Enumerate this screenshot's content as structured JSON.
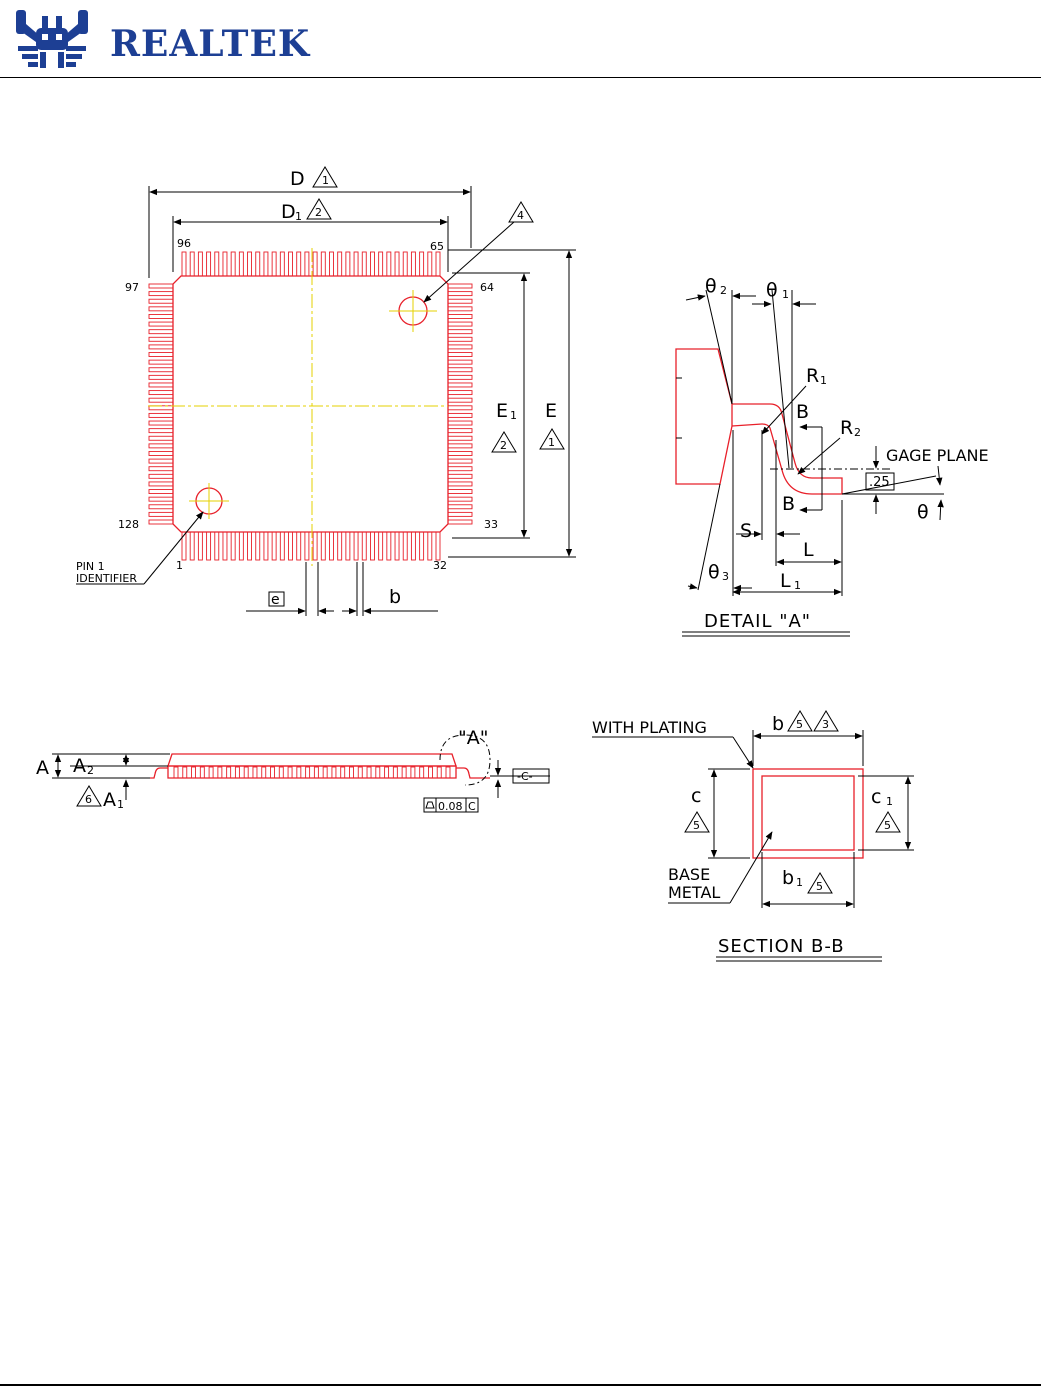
{
  "header": {
    "brand_name": "REALTEK",
    "logo_icon": "realtek-crab-logo-icon",
    "brand_color": "#1d3f94"
  },
  "colors": {
    "outline": "#e8202a",
    "centerline": "#e6d200",
    "dimension": "#000000"
  },
  "top_view": {
    "dim_D": "D",
    "note_D": "1",
    "dim_D1": "D",
    "dim_D1_sub": "1",
    "note_D1": "2",
    "note_4": "4",
    "pin_96": "96",
    "pin_65": "65",
    "pin_97": "97",
    "pin_64": "64",
    "pin_128": "128",
    "pin_33": "33",
    "pin_1": "1",
    "pin_32": "32",
    "dim_E1": "E",
    "dim_E1_sub": "1",
    "note_E1": "2",
    "dim_E": "E",
    "note_E": "1",
    "pin1_line1": "PIN  1",
    "pin1_line2": "IDENTIFIER",
    "dim_e": "e",
    "dim_b": "b"
  },
  "detail_a": {
    "theta2": "θ",
    "theta2_sub": "2",
    "theta1": "θ",
    "theta1_sub": "1",
    "r1": "R",
    "r1_sub": "1",
    "r2": "R",
    "r2_sub": "2",
    "b_top": "B",
    "b_bottom": "B",
    "gage_plane": "GAGE  PLANE",
    "gage_value": ".25",
    "theta": "θ",
    "s": "S",
    "l": "L",
    "theta3": "θ",
    "theta3_sub": "3",
    "l1": "L",
    "l1_sub": "1",
    "caption": "DETAIL  \"A\""
  },
  "side_view": {
    "a": "A",
    "a2": "A",
    "a2_sub": "2",
    "note_6": "6",
    "a1": "A",
    "a1_sub": "1",
    "detail_ref": "\"A\"",
    "datum": "-C-",
    "flatness": "0.08",
    "flatness_datum": "C"
  },
  "section_bb": {
    "with_plating": "WITH  PLATING",
    "b": "b",
    "note_5": "5",
    "note_3": "3",
    "c": "c",
    "c1": "c",
    "c1_sub": "1",
    "base_line1": "BASE",
    "base_line2": "METAL",
    "b1": "b",
    "b1_sub": "1",
    "caption": "SECTION  B-B"
  }
}
